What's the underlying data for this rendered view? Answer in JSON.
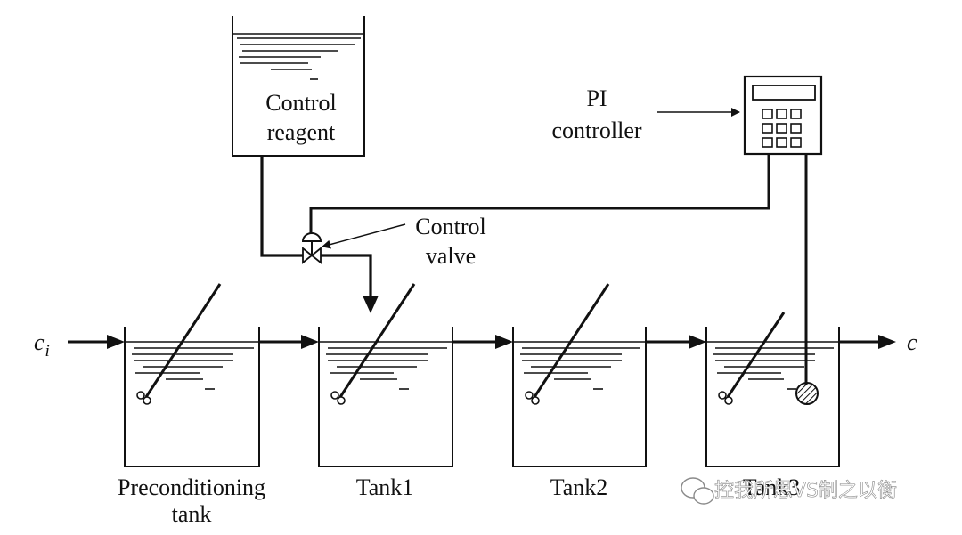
{
  "diagram": {
    "labels": {
      "reagent_line1": "Control",
      "reagent_line2": "reagent",
      "pi_line1": "PI",
      "pi_line2": "controller",
      "valve_line1": "Control",
      "valve_line2": "valve",
      "inlet_symbol": "c",
      "inlet_subscript": "i",
      "outlet_symbol": "c",
      "precond_line1": "Preconditioning",
      "precond_line2": "tank",
      "tank1": "Tank1",
      "tank2": "Tank2",
      "tank3": "Tank3"
    },
    "watermark": {
      "text": "控我所思VS制之以衡",
      "icon": "wechat-icon"
    },
    "colors": {
      "line": "#111111",
      "background": "#ffffff"
    }
  }
}
